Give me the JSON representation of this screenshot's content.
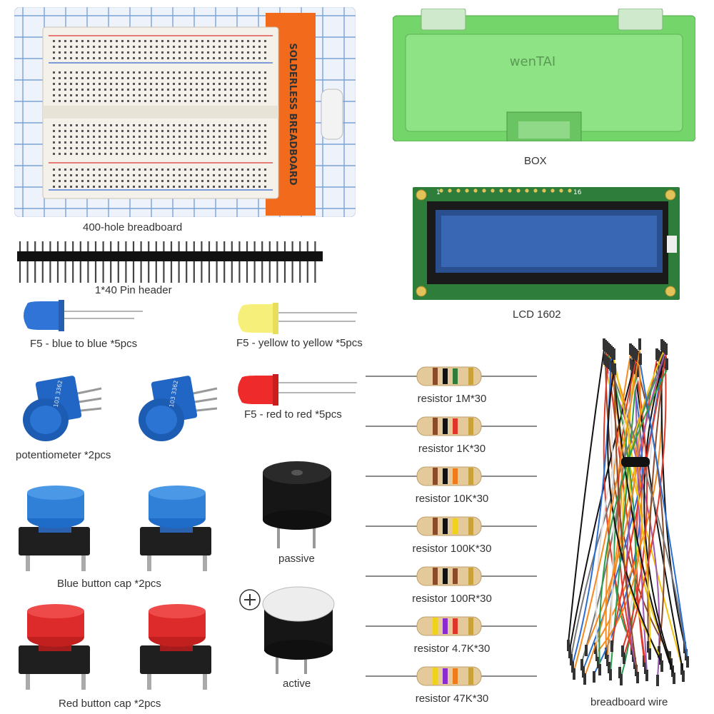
{
  "items": {
    "breadboard": {
      "caption": "400-hole breadboard",
      "packaging_label": "SOLDERLESS BREADBOARD",
      "color": "#f26a1b"
    },
    "box": {
      "caption": "BOX",
      "brand": "wenTAI",
      "color": "#74d66a"
    },
    "lcd": {
      "caption": "LCD 1602",
      "pin_first": "1",
      "pin_last": "16",
      "color": "#2f7d3a"
    },
    "pin_header": {
      "caption": "1*40 Pin header"
    },
    "led_blue": {
      "caption": "F5 - blue to blue *5pcs",
      "color": "#2f74d6"
    },
    "led_yellow": {
      "caption": "F5 - yellow to yellow *5pcs",
      "color": "#f6f07a"
    },
    "led_red": {
      "caption": "F5 - red to red *5pcs",
      "color": "#ee2a2a"
    },
    "potentiometer": {
      "caption": "potentiometer  *2pcs",
      "marking": "103 3362",
      "color": "#2166c4"
    },
    "blue_button": {
      "caption": "Blue button cap *2pcs",
      "color": "#2f80d6"
    },
    "red_button": {
      "caption": "Red button cap *2pcs",
      "color": "#dd2a2a"
    },
    "buzzer_passive": {
      "caption": "passive"
    },
    "buzzer_active": {
      "caption": "active"
    },
    "resistors": [
      {
        "caption": "resistor 1M*30"
      },
      {
        "caption": "resistor 1K*30"
      },
      {
        "caption": "resistor 10K*30"
      },
      {
        "caption": "resistor 100K*30"
      },
      {
        "caption": "resistor 100R*30"
      },
      {
        "caption": "resistor 4.7K*30"
      },
      {
        "caption": "resistor 47K*30"
      }
    ],
    "wires": {
      "caption": "breadboard wire"
    }
  }
}
